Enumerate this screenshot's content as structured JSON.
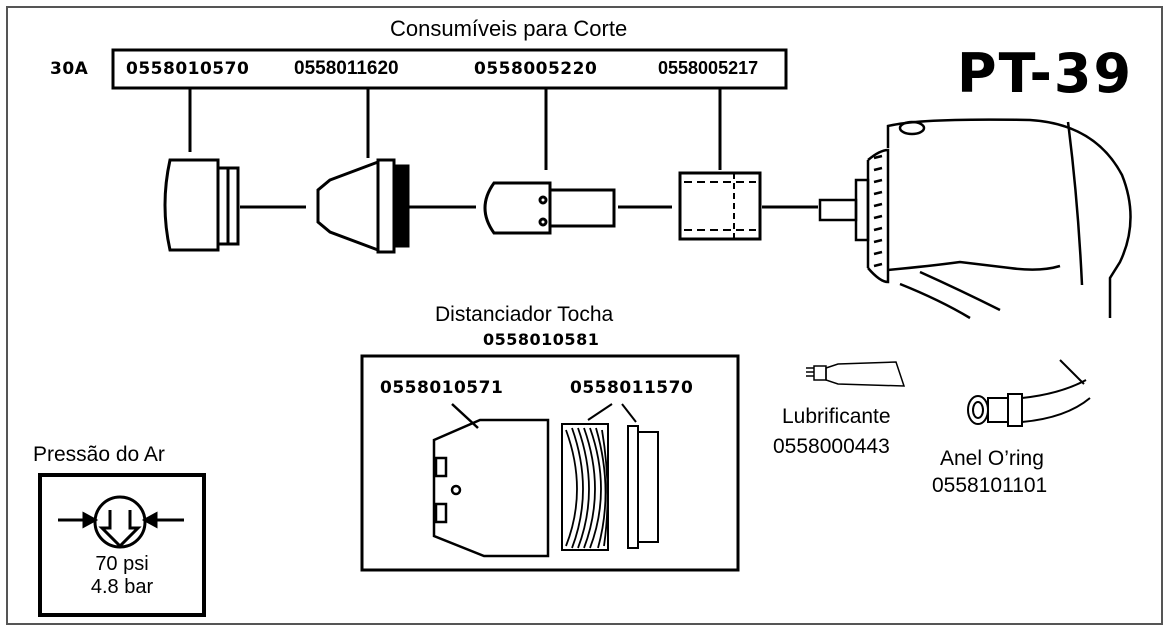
{
  "cutting": {
    "title": "Consumíveis para Corte",
    "amperage": "30A",
    "parts": [
      "0558010570",
      "0558011620",
      "0558005220",
      "0558005217"
    ]
  },
  "brand": {
    "model": "PT-39"
  },
  "standoff": {
    "title": "Distanciador Tocha",
    "part_number": "0558010581",
    "parts": [
      "0558010571",
      "0558011570"
    ]
  },
  "lubricant": {
    "label": "Lubrificante",
    "part_number": "0558000443"
  },
  "oring": {
    "label": "Anel O’ring",
    "part_number": "0558101101"
  },
  "air": {
    "title": "Pressão do Ar",
    "psi": "70 psi",
    "bar": "4.8 bar"
  }
}
